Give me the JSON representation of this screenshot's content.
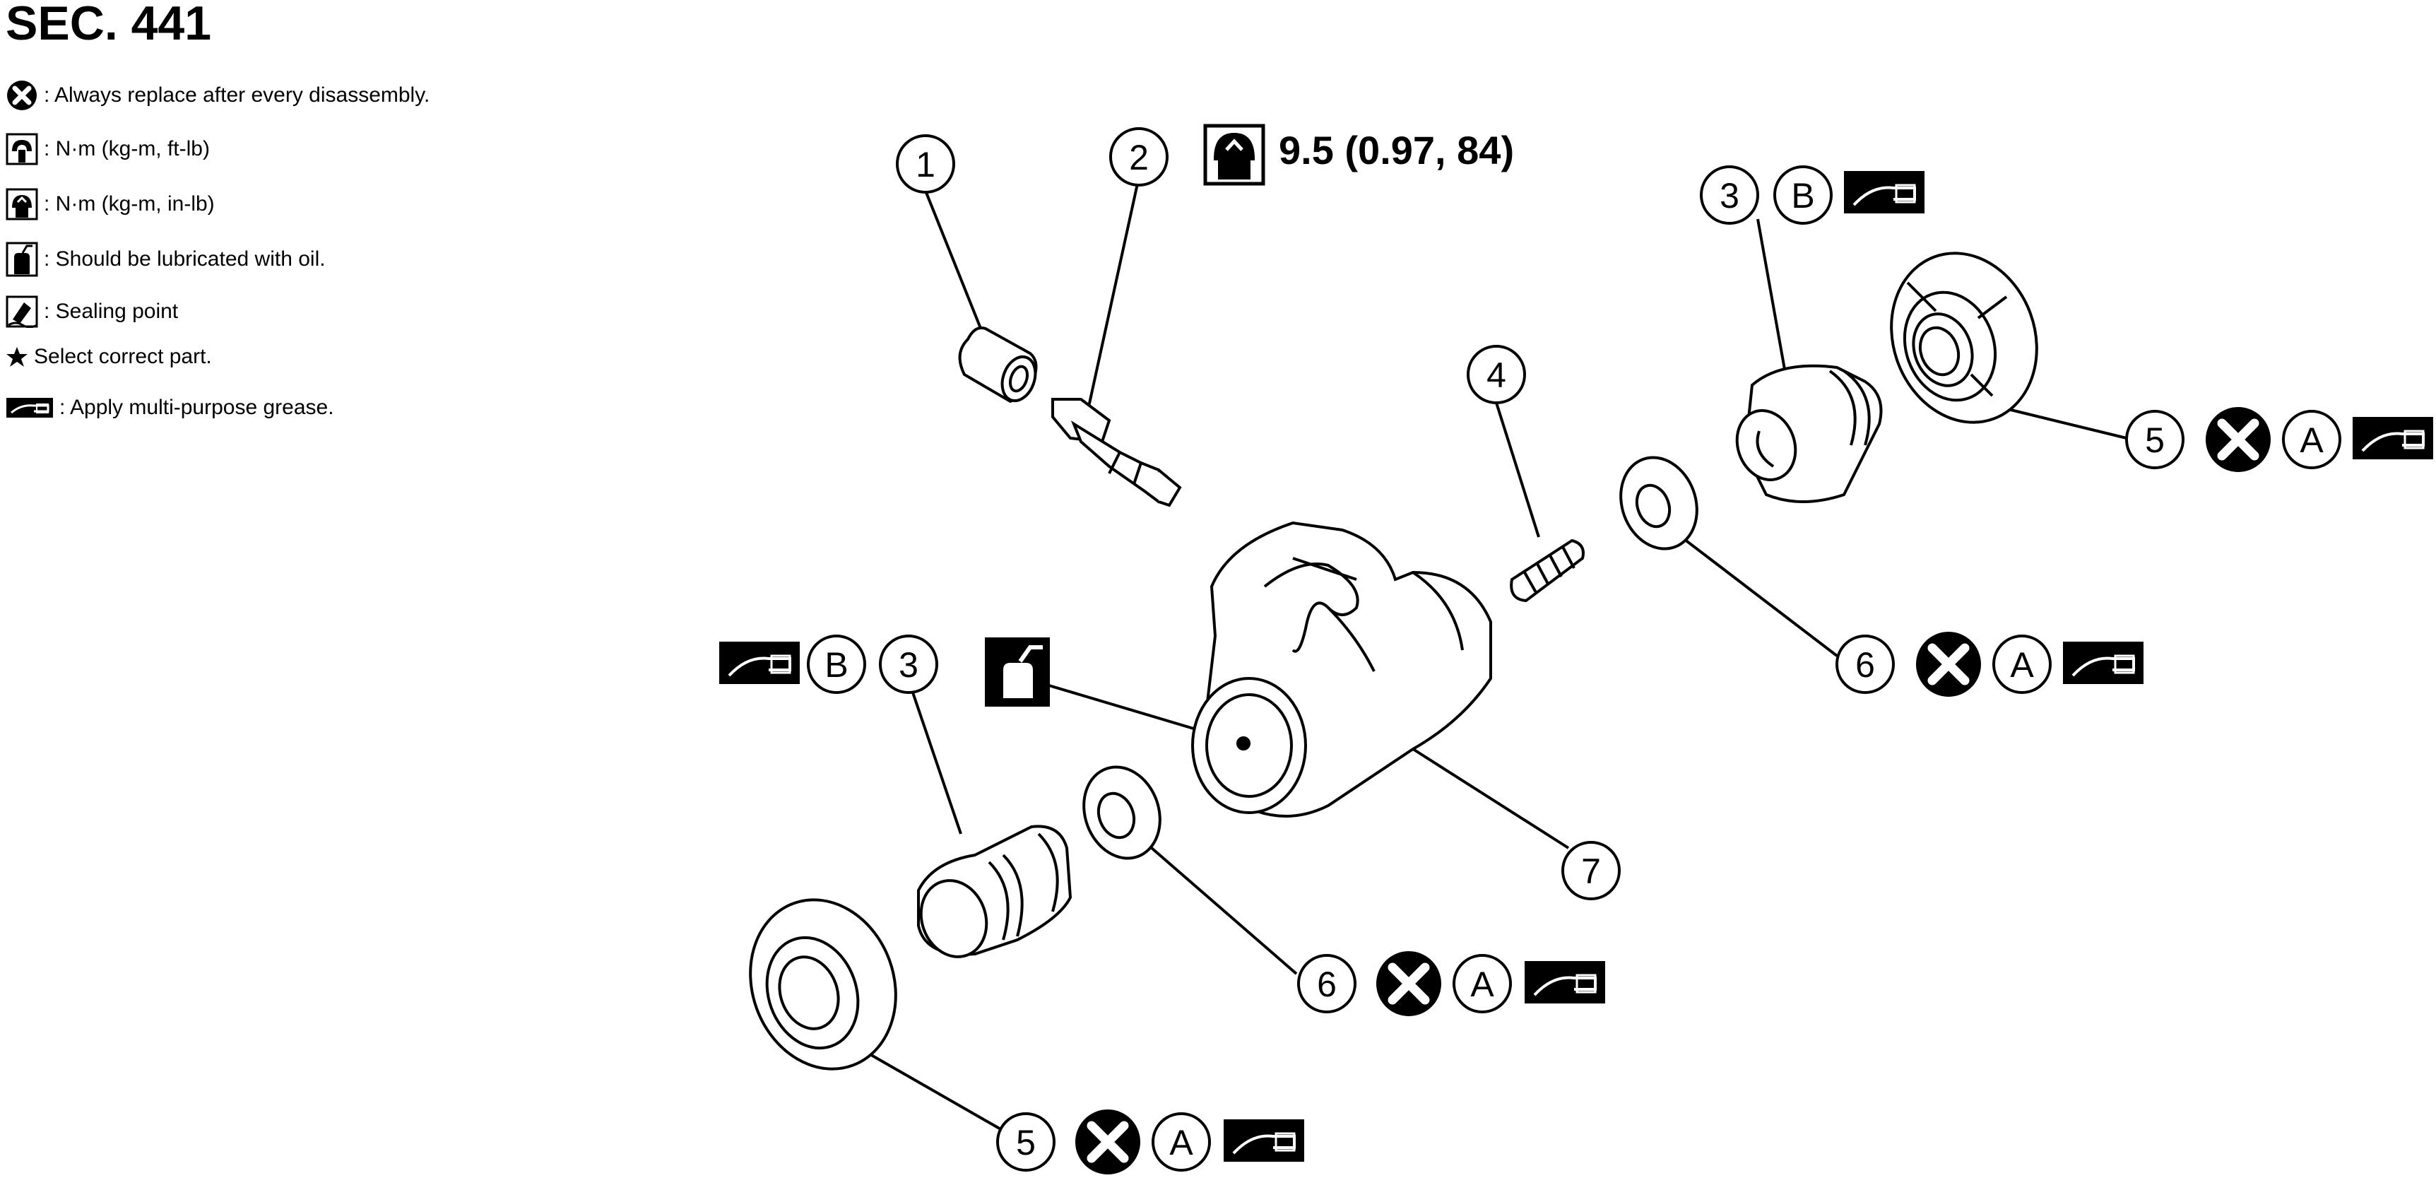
{
  "section_title": "SEC. 441",
  "legend": {
    "replace": ": Always replace after every disassembly.",
    "torque_ftlb": ": N·m (kg-m, ft-lb)",
    "torque_inlb": ": N·m (kg-m, in-lb)",
    "oil": ": Should be lubricated with oil.",
    "sealing": ": Sealing point",
    "select": "Select correct part.",
    "grease": ": Apply multi-purpose grease."
  },
  "torque_spec": "9.5 (0.97, 84)",
  "callouts": {
    "n1": "1",
    "n2": "2",
    "n3": "3",
    "n4": "4",
    "n5": "5",
    "n6": "6",
    "n7": "7",
    "a": "A",
    "b": "B"
  },
  "icons": {
    "replace": "cross-circle-icon",
    "torque_ftlb": "torque-wrench-icon",
    "torque_inlb": "torque-wrench-small-icon",
    "oil": "oil-can-icon",
    "sealing": "sealant-icon",
    "select": "star-icon",
    "grease": "grease-gun-icon"
  },
  "colors": {
    "ink": "#000000",
    "paper": "#ffffff"
  }
}
